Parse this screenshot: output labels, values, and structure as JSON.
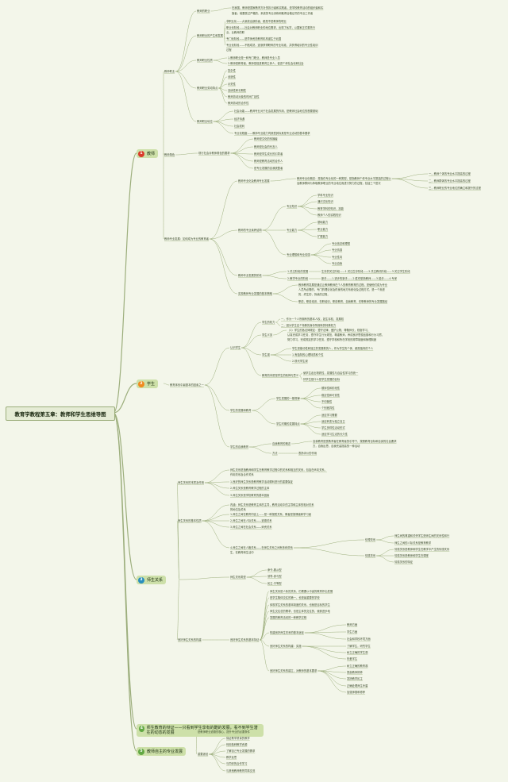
{
  "root": "教育学教程第五章：教师和学生思维导图",
  "colors": {
    "bg": "#f3f6ea",
    "edge": "#9cae7c",
    "c1": "#d93b2b",
    "c2": "#f08a1e",
    "c3": "#2a8fbd",
    "c4": "#62a844",
    "c5": "#62a844",
    "mainbg": "#cde0a9"
  },
  "branches": [
    {
      "id": "b1",
      "num": "1",
      "label": "教师",
      "color": "c1"
    },
    {
      "id": "b2",
      "num": "2",
      "label": "学生",
      "color": "c2"
    },
    {
      "id": "b3",
      "num": "3",
      "label": "师生关系",
      "color": "c3"
    },
    {
      "id": "b4",
      "num": "4",
      "label": "师生教育的辩证——只看到学生享有的酷的发展，看不到学生潜在的动态的发展",
      "color": "c4"
    },
    {
      "id": "b5",
      "num": "5",
      "label": "教师自主的专业发展",
      "color": "c5"
    }
  ],
  "nodes": [
    {
      "id": "t1",
      "t": "教师职业"
    },
    {
      "id": "t1a",
      "t": "教师的职业"
    },
    {
      "id": "t1a1",
      "t": "在我国，教师是国家教育方针的执行者和实践者，是学校教育活动的组织者和实"
    },
    {
      "id": "t1a2",
      "t": "施者；他要受过严格的，系统的专业训练和取得合格证书的专业工作者"
    },
    {
      "id": "t1b",
      "t": "教师职业的产生和发展"
    },
    {
      "id": "t1b1",
      "t": "非职业化——大量统治部阶级，都是不是教师的职业"
    },
    {
      "id": "t1b2",
      "t": "职业化阶段——社会对教师职业的地位需求，出现了私学，以国家正式委托行"
    },
    {
      "id": "t1b2b",
      "t": "业，比教师的职"
    },
    {
      "id": "t1b3",
      "t": "专门化阶段——是早师资范教育机构诞生于北园"
    },
    {
      "id": "t1b4",
      "t": "专业化阶段——不断成熟，逐渐获得职称的专业标准，并获得培训的专业性培训"
    },
    {
      "id": "t1b4b",
      "t": "过程"
    },
    {
      "id": "t1c",
      "t": "教师职业性质"
    },
    {
      "id": "t1c1",
      "t": "1.教师职业是一种专门职业，教师是专业人员"
    },
    {
      "id": "t1c2",
      "t": "2.教师是教育者，教师是促进教育主体人，促进个体社会化和社会"
    },
    {
      "id": "t1d",
      "t": "教师职业劳动特点"
    },
    {
      "id": "t1d1",
      "t": "复杂性"
    },
    {
      "id": "t1d2",
      "t": "创造性"
    },
    {
      "id": "t1d3",
      "t": "示范性"
    },
    {
      "id": "t1d4",
      "t": "连续性和长期性"
    },
    {
      "id": "t1d5",
      "t": "教师劳动对象的时间广延性"
    },
    {
      "id": "t1d6",
      "t": "教师劳动的合作性"
    },
    {
      "id": "t1e",
      "t": "教师职业地位"
    },
    {
      "id": "t1e1",
      "t": "社会功能——教师专业对于社会发展的作用，是教师社会地位的首要基础"
    },
    {
      "id": "t1e2",
      "t": "经济待遇"
    },
    {
      "id": "t1e3",
      "t": "社会权利"
    },
    {
      "id": "t1e4",
      "t": "专业化程度——教师专业能力同其受其标其是专业活动的基本要求"
    },
    {
      "id": "t2",
      "t": "教师角色"
    },
    {
      "id": "t2a",
      "t": "现行社会对教师角色的要求"
    },
    {
      "id": "t2a1",
      "t": "教师是文化的传播者"
    },
    {
      "id": "t2a2",
      "t": "教师是社会的代言人"
    },
    {
      "id": "t2a3",
      "t": "教师是学生成长的引导者"
    },
    {
      "id": "t2a4",
      "t": "教师是教育活动的合作人"
    },
    {
      "id": "t2a5",
      "t": "是专业发展的自我统整者"
    },
    {
      "id": "t3",
      "t": "教师专业发展：如何成为专业的教育者"
    },
    {
      "id": "t3a",
      "t": "教师专业化及教师专业发展"
    },
    {
      "id": "t3a1",
      "t": "教师专业化概念：是指在专业化的一种类型，是指教师个体专业水平提高的过程以"
    },
    {
      "id": "t3a1b",
      "t": "及教师群体为争取教师职业的专业地位而进行努力的过程，包括三个层次"
    },
    {
      "id": "t3a1c",
      "t": "一，教师个体的专业水平提高的过程"
    },
    {
      "id": "t3a1d",
      "t": "二，教师群体的专业水平提高的过程"
    },
    {
      "id": "t3a1e",
      "t": "三，教师职业的专业地位的确立和提升的过程"
    },
    {
      "id": "t3b",
      "t": "教师的专业素养结构"
    },
    {
      "id": "t3b1",
      "t": "专业知识"
    },
    {
      "id": "t3b1a",
      "t": "学科专业知识"
    },
    {
      "id": "t3b1b",
      "t": "通识文化知识"
    },
    {
      "id": "t3b1c",
      "t": "教育学科的知识，技能"
    },
    {
      "id": "t3b1d",
      "t": "教师个人的实践知识"
    },
    {
      "id": "t3b2",
      "t": "专业能力"
    },
    {
      "id": "t3b2a",
      "t": "基础能力"
    },
    {
      "id": "t3b2b",
      "t": "职业能力"
    },
    {
      "id": "t3b2c",
      "t": "扩展能力"
    },
    {
      "id": "t3b3",
      "t": "专业理想和专业情感"
    },
    {
      "id": "t3b3a",
      "t": "专业信念和理想"
    },
    {
      "id": "t3b3b",
      "t": "专业情感"
    },
    {
      "id": "t3b3c",
      "t": "专业性向"
    },
    {
      "id": "t3b3d",
      "t": "专业自我"
    },
    {
      "id": "t3c",
      "t": "教师专业发展的阶段"
    },
    {
      "id": "t3c1",
      "t": "1.关注阶段的发展"
    },
    {
      "id": "t3c1a",
      "t": "生存的关注阶段——1.关注生存阶段——2.关注教情阶段——3.关注学生阶段"
    },
    {
      "id": "t3c2",
      "t": "2.教学专业的阶段"
    },
    {
      "id": "t3c2a",
      "t": "新手——1.进步的新手——2.胜任型新教师——3.能手——4.专家"
    },
    {
      "id": "t3d",
      "t": "实现教师专业发展的基本策略"
    },
    {
      "id": "t3d1",
      "t": "教师教育发展是通过让教师教师在个人的教育教育的过程，是使他们成为专业"
    },
    {
      "id": "t3d1b",
      "t": "人员所必需的，专门的理论化及终身的地方系统化及过程方式，是一个渐进"
    },
    {
      "id": "t3d1c",
      "t": "的，终生的，持续的过程，"
    },
    {
      "id": "t3d2",
      "t": "职前，职前培训，在职培训，职前教育，自我教育，在职教师的专业发展路径"
    },
    {
      "id": "s0",
      "t": "教育体系中最基本的因素之一"
    },
    {
      "id": "s1",
      "t": "认识学生"
    },
    {
      "id": "s1a",
      "t": "学生的权力"
    },
    {
      "id": "s1a1",
      "t": "一，作为一个人所拥有的基本人权，如生存权，发展权"
    },
    {
      "id": "s1a2",
      "t": "二，因为学生这个特殊的身份所拥有的特殊权力"
    },
    {
      "id": "s1b",
      "t": "学生义务"
    },
    {
      "id": "s1b1",
      "t": "（1）学生的各法律规定：遵守法律，爱护公物，尊敬师长，勤奋学习，"
    },
    {
      "id": "s1b2",
      "t": "认真完成学习任务，遵守学生行为规范，尊重教师，养成良好思想品德和行为习惯，"
    },
    {
      "id": "s1b3",
      "t": "努力学习，完成规定的学习任务，遵守学校和所在学校的规章制度和管理制度"
    },
    {
      "id": "s1c",
      "t": "学生观"
    },
    {
      "id": "s1c1",
      "t": "学生是能动性和独立的发展着的人，作为学生的个体，都是独特的个人"
    },
    {
      "id": "s1c2",
      "t": "1.有独特的心理特质和个性"
    },
    {
      "id": "s1c3",
      "t": "2.现代学生观"
    },
    {
      "id": "s1d",
      "t": "教育的本质是学生的精神与意义"
    },
    {
      "id": "s1d1",
      "t": "使学生走出物质性，发展性与自由性学习的统一"
    },
    {
      "id": "s1d2",
      "t": "好学生是什么是学生发展的目标"
    },
    {
      "id": "s2",
      "t": "学生的发展和教育"
    },
    {
      "id": "s2a",
      "t": "学生发展的一般规律"
    },
    {
      "id": "s2a1",
      "t": "顺序性和阶段性"
    },
    {
      "id": "s2a2",
      "t": "稳定性和可变性"
    },
    {
      "id": "s2a3",
      "t": "不均衡性"
    },
    {
      "id": "s2a4",
      "t": "个别差异性"
    },
    {
      "id": "s2b",
      "t": "学生时期的发展特点"
    },
    {
      "id": "s2b1",
      "t": "适应学习需要"
    },
    {
      "id": "s2b2",
      "t": "适应转变为独立自主"
    },
    {
      "id": "s2b3",
      "t": "学生多样性活动形式"
    },
    {
      "id": "s2b4",
      "t": "适应学习生活的长久性"
    },
    {
      "id": "s3",
      "t": "学生的自我教育"
    },
    {
      "id": "s3a",
      "t": "自我教育的概念"
    },
    {
      "id": "s3a1",
      "t": "自我教育是受教育者在教育者的引导下，按照教育目标和自身的社会要求"
    },
    {
      "id": "s3a2",
      "t": "方，自我反思，自我完善提高的一种活动"
    },
    {
      "id": "s3b",
      "t": "方法"
    },
    {
      "id": "s3b1",
      "t": "表扬评价的作用"
    },
    {
      "id": "r1",
      "t": "师生关系的本质及作用"
    },
    {
      "id": "r1a",
      "t": "师生关系是指教师和学生在教育教学过程中的关系和相互的关系，包括在纵向关系，"
    },
    {
      "id": "r1a2",
      "t": "作用关系及合作关系"
    },
    {
      "id": "r1b",
      "t": "1.良好的师生关系是教育教学活动顺利进行的重要保证"
    },
    {
      "id": "r1c",
      "t": "2.师生关系是教育教学过程的主体"
    },
    {
      "id": "r1d",
      "t": "3.师生关系是学校教育的基本因素"
    },
    {
      "id": "r2",
      "t": "师生关系的基本性质"
    },
    {
      "id": "r2a",
      "t": "内涵：师生关系是教育主体的主导，教育活动中的主导和主体的相对关系"
    },
    {
      "id": "r2a2",
      "t": "的地位及关系"
    },
    {
      "id": "r2b",
      "t": "1.师生之间在教育内容上——是一种授受关系，教者是授课者和学习者"
    },
    {
      "id": "r2c",
      "t": "2.师生之间在人际关系——道德关系"
    },
    {
      "id": "r2d",
      "t": "3.师生之间在社会关系——师资关系"
    },
    {
      "id": "r2e",
      "t": "4.师生之间在人格关系——在师生关系之间有多种关系"
    },
    {
      "id": "r2e2",
      "t": "生，在教育和生活中"
    },
    {
      "id": "r2r1",
      "t": "伦理关系"
    },
    {
      "id": "r2r1a",
      "t": "师生间的尊重和关怀学生是师生间的关系性和行"
    },
    {
      "id": "r2r1b",
      "t": "师生之间的人际关系是教育教学"
    },
    {
      "id": "r2r2",
      "t": "情感关系"
    },
    {
      "id": "r2r2a",
      "t": "情感关系是教师和学生在教学中产生的情感关系"
    },
    {
      "id": "r2r2b",
      "t": "情感关系是教师和学生在课堂"
    },
    {
      "id": "r2r2c",
      "t": "情感关系的特征"
    },
    {
      "id": "r3",
      "t": "师生关系类型"
    },
    {
      "id": "r3a",
      "t": "命令-服从型"
    },
    {
      "id": "r3b",
      "t": "领导-参与型"
    },
    {
      "id": "r3c",
      "t": "民主-平等型"
    },
    {
      "id": "r4",
      "t": "良好师生关系的构建"
    },
    {
      "id": "r4a",
      "t": "良好师生关系的基本特征"
    },
    {
      "id": "r4a1",
      "t": "师生关系是人际的关系，仍需要以中途的教育作出发展"
    },
    {
      "id": "r4a2",
      "t": "是学生集体交往的第一，也是最重要的学校"
    },
    {
      "id": "r4a3",
      "t": "体现学生关系的基本制度的关系，也就是目标的学生"
    },
    {
      "id": "r4a4",
      "t": "师生交往总的需求，也是主体的交往的，使其进步地"
    },
    {
      "id": "r4a5",
      "t": "发展的教育活动的一种教学过程"
    },
    {
      "id": "r4b",
      "t": "构建良好师生关系的基本途径"
    },
    {
      "id": "r4b1",
      "t": "教师方面"
    },
    {
      "id": "r4b2",
      "t": "学生方面"
    },
    {
      "id": "r4b3",
      "t": "社会和学校环境方面"
    },
    {
      "id": "r4c",
      "t": "良好师生关系的构建：实施"
    },
    {
      "id": "r4c1",
      "t": "了解学生，研究学生"
    },
    {
      "id": "r4c2",
      "t": "树立正确的学生观"
    },
    {
      "id": "r4c3",
      "t": "热爱学生"
    },
    {
      "id": "r4d",
      "t": "良好师生关系的建立，对教师的基本要求"
    },
    {
      "id": "r4d1",
      "t": "树立正确的教育观"
    },
    {
      "id": "r4d2",
      "t": "提高教师修养"
    },
    {
      "id": "r4d3",
      "t": "发扬教学民主"
    },
    {
      "id": "r4d4",
      "t": "正确处理师生矛盾"
    },
    {
      "id": "r4d5",
      "t": "加强师德和修养"
    },
    {
      "id": "f1",
      "t": "是教师职业道德的核心，提升专业的必要条件"
    },
    {
      "id": "f2",
      "t": "重要途径"
    },
    {
      "id": "f2a",
      "t": "保证教学质量的教学"
    },
    {
      "id": "f2b",
      "t": "利用各种教学资源"
    },
    {
      "id": "f2c",
      "t": "了解自己专业发展的需求"
    },
    {
      "id": "f2d",
      "t": "教学反思"
    },
    {
      "id": "f2e",
      "t": "与同伴的合作学习"
    },
    {
      "id": "f2f",
      "t": "与其他教师教育同事交流"
    }
  ]
}
